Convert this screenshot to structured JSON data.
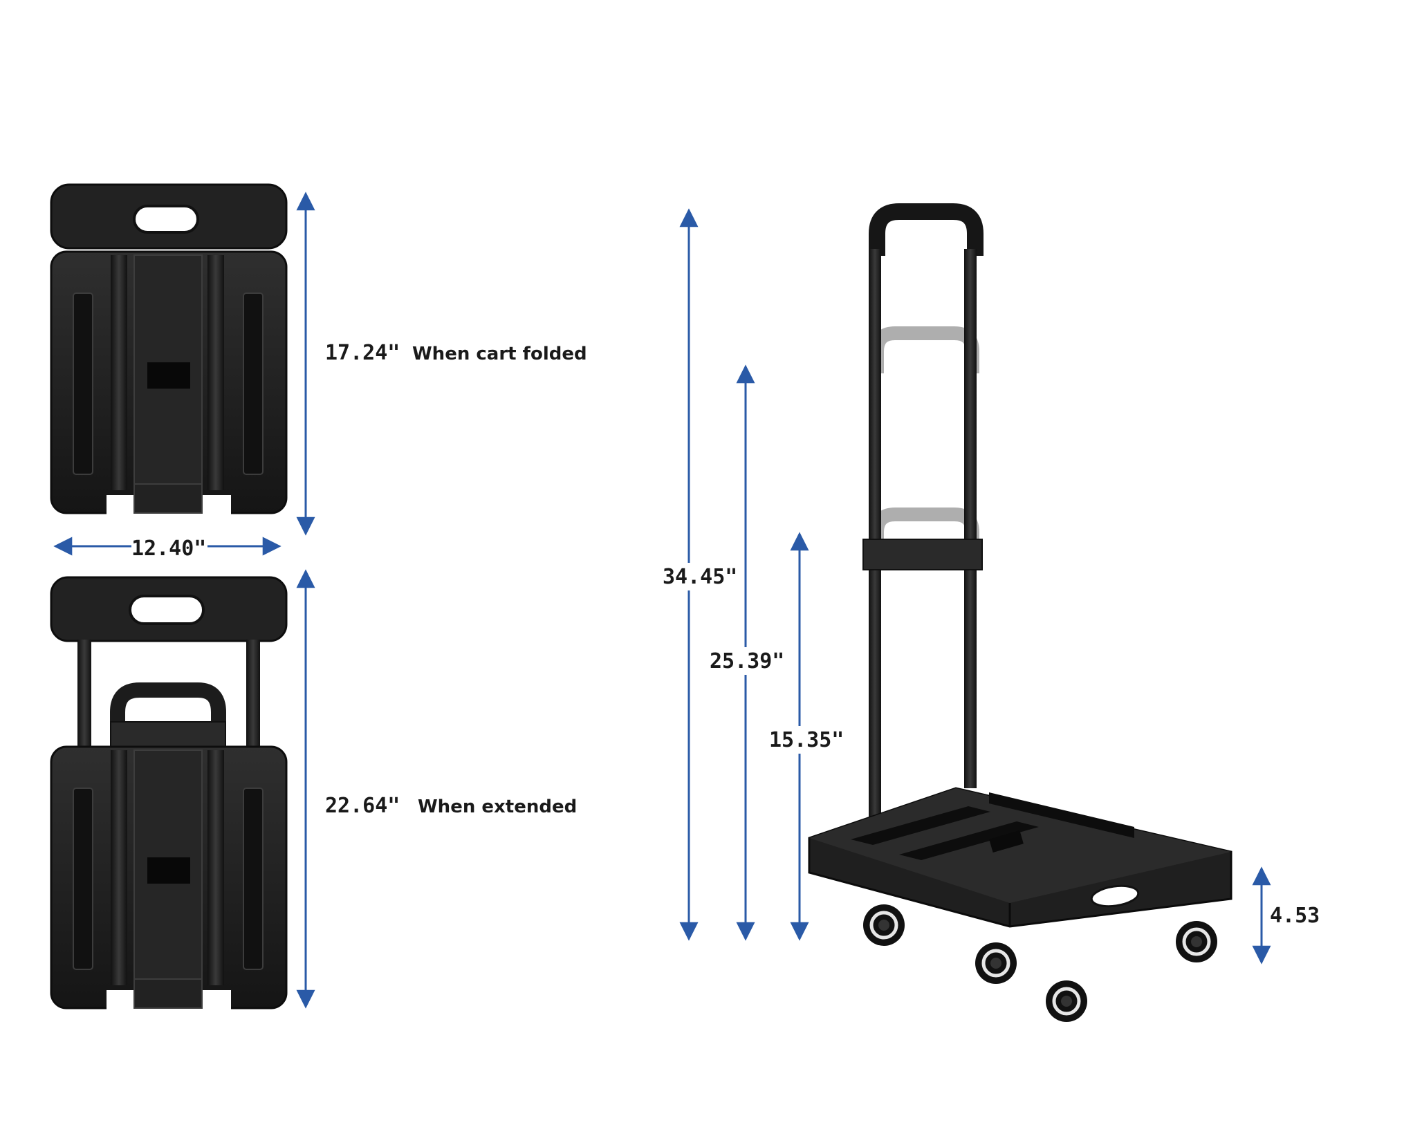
{
  "folded": {
    "height_label": "17.24\"",
    "note": "When cart folded",
    "width_label": "12.40\""
  },
  "extended": {
    "height_label": "22.64\"",
    "note": "When extended"
  },
  "side": {
    "h_full": "34.45\"",
    "h_mid": "25.39\"",
    "h_low": "15.35\"",
    "h_platform": "4.53"
  },
  "colors": {
    "arrow": "#2a5aa7",
    "cart_dark": "#1b1b1b",
    "cart_mid": "#2c2c2c",
    "cart_light": "#444444",
    "ghost": "#9a9a9a",
    "wheel_rim": "#e6e6e6"
  }
}
